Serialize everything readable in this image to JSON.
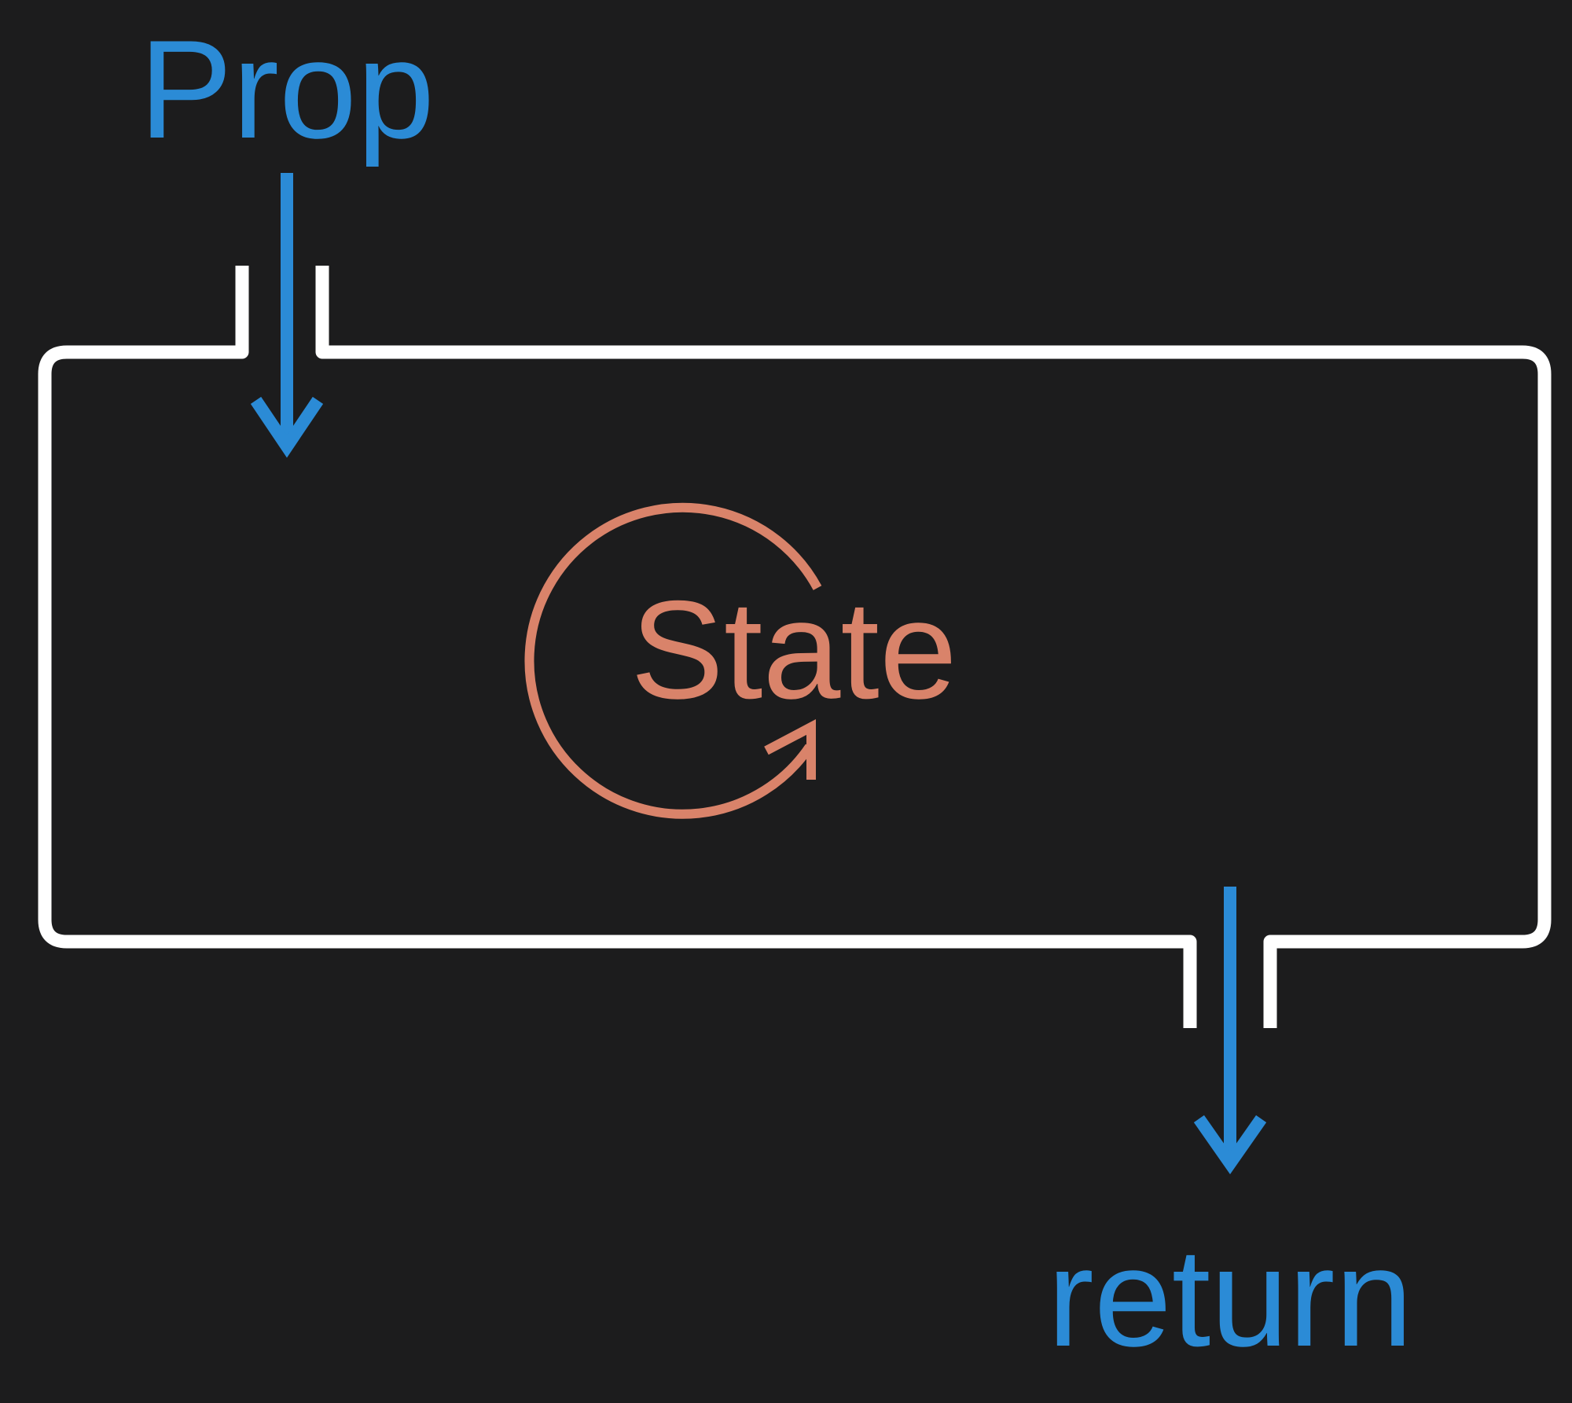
{
  "diagram": {
    "input_label": "Prop",
    "state_label": "State",
    "output_label": "return"
  },
  "colors": {
    "background": "#1c1c1d",
    "flow": "#2b8bd6",
    "state": "#d9836a",
    "box": "#ffffff"
  },
  "icons": {
    "state_loop": "circular-arrow-icon"
  }
}
